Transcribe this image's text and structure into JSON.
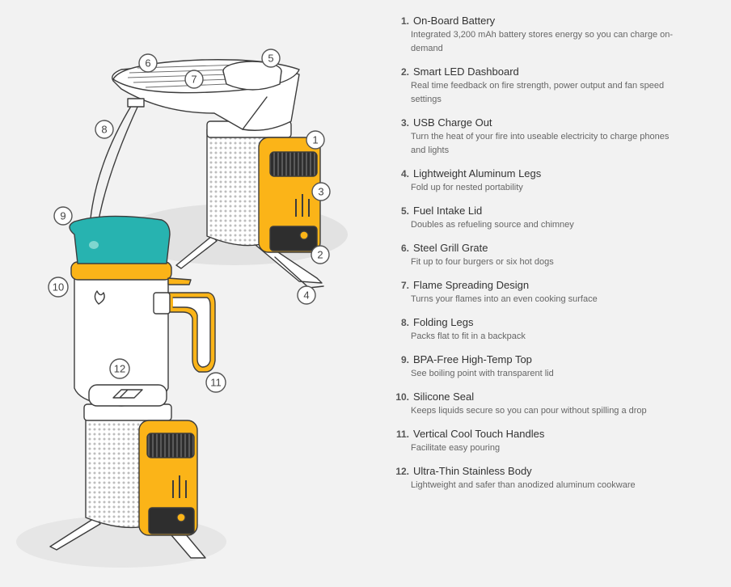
{
  "colors": {
    "background": "#f2f2f2",
    "battery_yellow": "#fbb418",
    "lid_teal": "#27b3b0",
    "body_white": "#ffffff",
    "dark_grille": "#2e2e2e"
  },
  "callouts": [
    "1",
    "2",
    "3",
    "4",
    "5",
    "6",
    "7",
    "8",
    "9",
    "10",
    "11",
    "12"
  ],
  "features": [
    {
      "number": "1.",
      "title": "On-Board Battery",
      "description_lines": [
        "Integrated 3,200 mAh battery stores energy so you can charge on-",
        "demand"
      ]
    },
    {
      "number": "2.",
      "title": "Smart LED Dashboard",
      "description_lines": [
        "Real time feedback on fire strength, power output and fan speed",
        "settings"
      ]
    },
    {
      "number": "3.",
      "title": "USB Charge Out",
      "description_lines": [
        "Turn the heat of your fire into useable electricity to charge phones",
        "and lights"
      ]
    },
    {
      "number": "4.",
      "title": "Lightweight Aluminum Legs",
      "description_lines": [
        "Fold up for nested portability"
      ]
    },
    {
      "number": "5.",
      "title": "Fuel Intake Lid",
      "description_lines": [
        "Doubles as refueling source and chimney"
      ]
    },
    {
      "number": "6.",
      "title": "Steel Grill Grate",
      "description_lines": [
        "Fit up to four burgers or six hot dogs"
      ]
    },
    {
      "number": "7.",
      "title": "Flame Spreading Design",
      "description_lines": [
        "Turns your flames into an even cooking surface"
      ]
    },
    {
      "number": "8.",
      "title": "Folding Legs",
      "description_lines": [
        "Packs flat to fit in a backpack"
      ]
    },
    {
      "number": "9.",
      "title": "BPA-Free High-Temp Top",
      "description_lines": [
        "See boiling point with transparent lid"
      ]
    },
    {
      "number": "10.",
      "title": "Silicone Seal",
      "description_lines": [
        "Keeps liquids secure so you can pour without spilling a drop"
      ]
    },
    {
      "number": "11.",
      "title": "Vertical Cool Touch Handles",
      "description_lines": [
        "Facilitate easy pouring"
      ]
    },
    {
      "number": "12.",
      "title": "Ultra-Thin Stainless Body",
      "description_lines": [
        "Lightweight and safer than anodized aluminum cookware"
      ]
    }
  ]
}
